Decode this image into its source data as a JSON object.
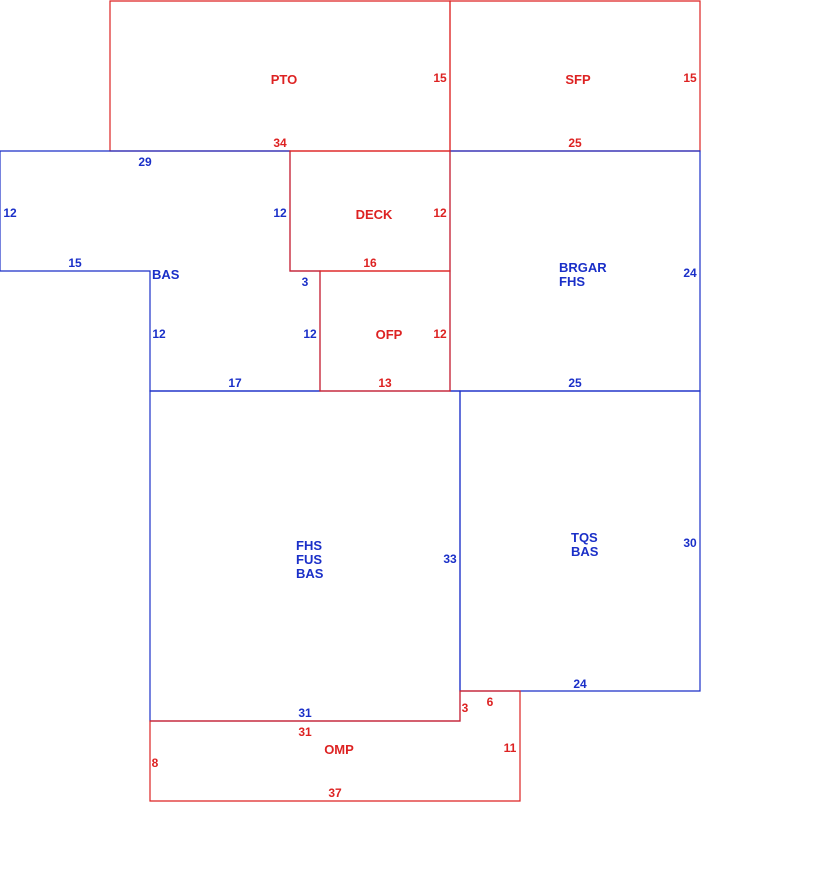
{
  "colors": {
    "red": "#dd2222",
    "blue": "#1a2fc8"
  },
  "areas": [
    {
      "id": "pto",
      "color": "red",
      "label_lines": [
        "PTO"
      ]
    },
    {
      "id": "sfp",
      "color": "red",
      "label_lines": [
        "SFP"
      ]
    },
    {
      "id": "deck",
      "color": "red",
      "label_lines": [
        "DECK"
      ]
    },
    {
      "id": "ofp",
      "color": "red",
      "label_lines": [
        "OFP"
      ]
    },
    {
      "id": "bas",
      "color": "blue",
      "label_lines": [
        "BAS"
      ]
    },
    {
      "id": "brgar",
      "color": "blue",
      "label_lines": [
        "BRGAR",
        "FHS"
      ]
    },
    {
      "id": "fhs",
      "color": "blue",
      "label_lines": [
        "FHS",
        "FUS",
        "BAS"
      ]
    },
    {
      "id": "tqs",
      "color": "blue",
      "label_lines": [
        "TQS",
        "BAS"
      ]
    },
    {
      "id": "omp",
      "color": "red",
      "label_lines": [
        "OMP"
      ]
    }
  ],
  "dimensions": [
    {
      "id": "pto-right",
      "color": "red",
      "text": "15"
    },
    {
      "id": "pto-bottom",
      "color": "red",
      "text": "34"
    },
    {
      "id": "sfp-right",
      "color": "red",
      "text": "15"
    },
    {
      "id": "sfp-bottom",
      "color": "red",
      "text": "25"
    },
    {
      "id": "bas-top",
      "color": "blue",
      "text": "29"
    },
    {
      "id": "bas-left",
      "color": "blue",
      "text": "12"
    },
    {
      "id": "bas-inner-right",
      "color": "blue",
      "text": "12"
    },
    {
      "id": "bas-step",
      "color": "blue",
      "text": "15"
    },
    {
      "id": "bas-notch",
      "color": "blue",
      "text": "3"
    },
    {
      "id": "bas-lower-left",
      "color": "blue",
      "text": "12"
    },
    {
      "id": "bas-lower-right",
      "color": "blue",
      "text": "12"
    },
    {
      "id": "bas-bottom",
      "color": "blue",
      "text": "17"
    },
    {
      "id": "deck-right",
      "color": "red",
      "text": "12"
    },
    {
      "id": "deck-bottom",
      "color": "red",
      "text": "16"
    },
    {
      "id": "ofp-right",
      "color": "red",
      "text": "12"
    },
    {
      "id": "ofp-bottom",
      "color": "red",
      "text": "13"
    },
    {
      "id": "brgar-right",
      "color": "blue",
      "text": "24"
    },
    {
      "id": "brgar-bottom",
      "color": "blue",
      "text": "25"
    },
    {
      "id": "fhs-right",
      "color": "blue",
      "text": "33"
    },
    {
      "id": "fhs-bottom",
      "color": "blue",
      "text": "31"
    },
    {
      "id": "tqs-right",
      "color": "blue",
      "text": "30"
    },
    {
      "id": "tqs-bottom",
      "color": "blue",
      "text": "24"
    },
    {
      "id": "omp-top",
      "color": "red",
      "text": "31"
    },
    {
      "id": "omp-left",
      "color": "red",
      "text": "8"
    },
    {
      "id": "omp-step",
      "color": "red",
      "text": "3"
    },
    {
      "id": "omp-top-right",
      "color": "red",
      "text": "6"
    },
    {
      "id": "omp-right",
      "color": "red",
      "text": "11"
    },
    {
      "id": "omp-bottom",
      "color": "red",
      "text": "37"
    }
  ]
}
